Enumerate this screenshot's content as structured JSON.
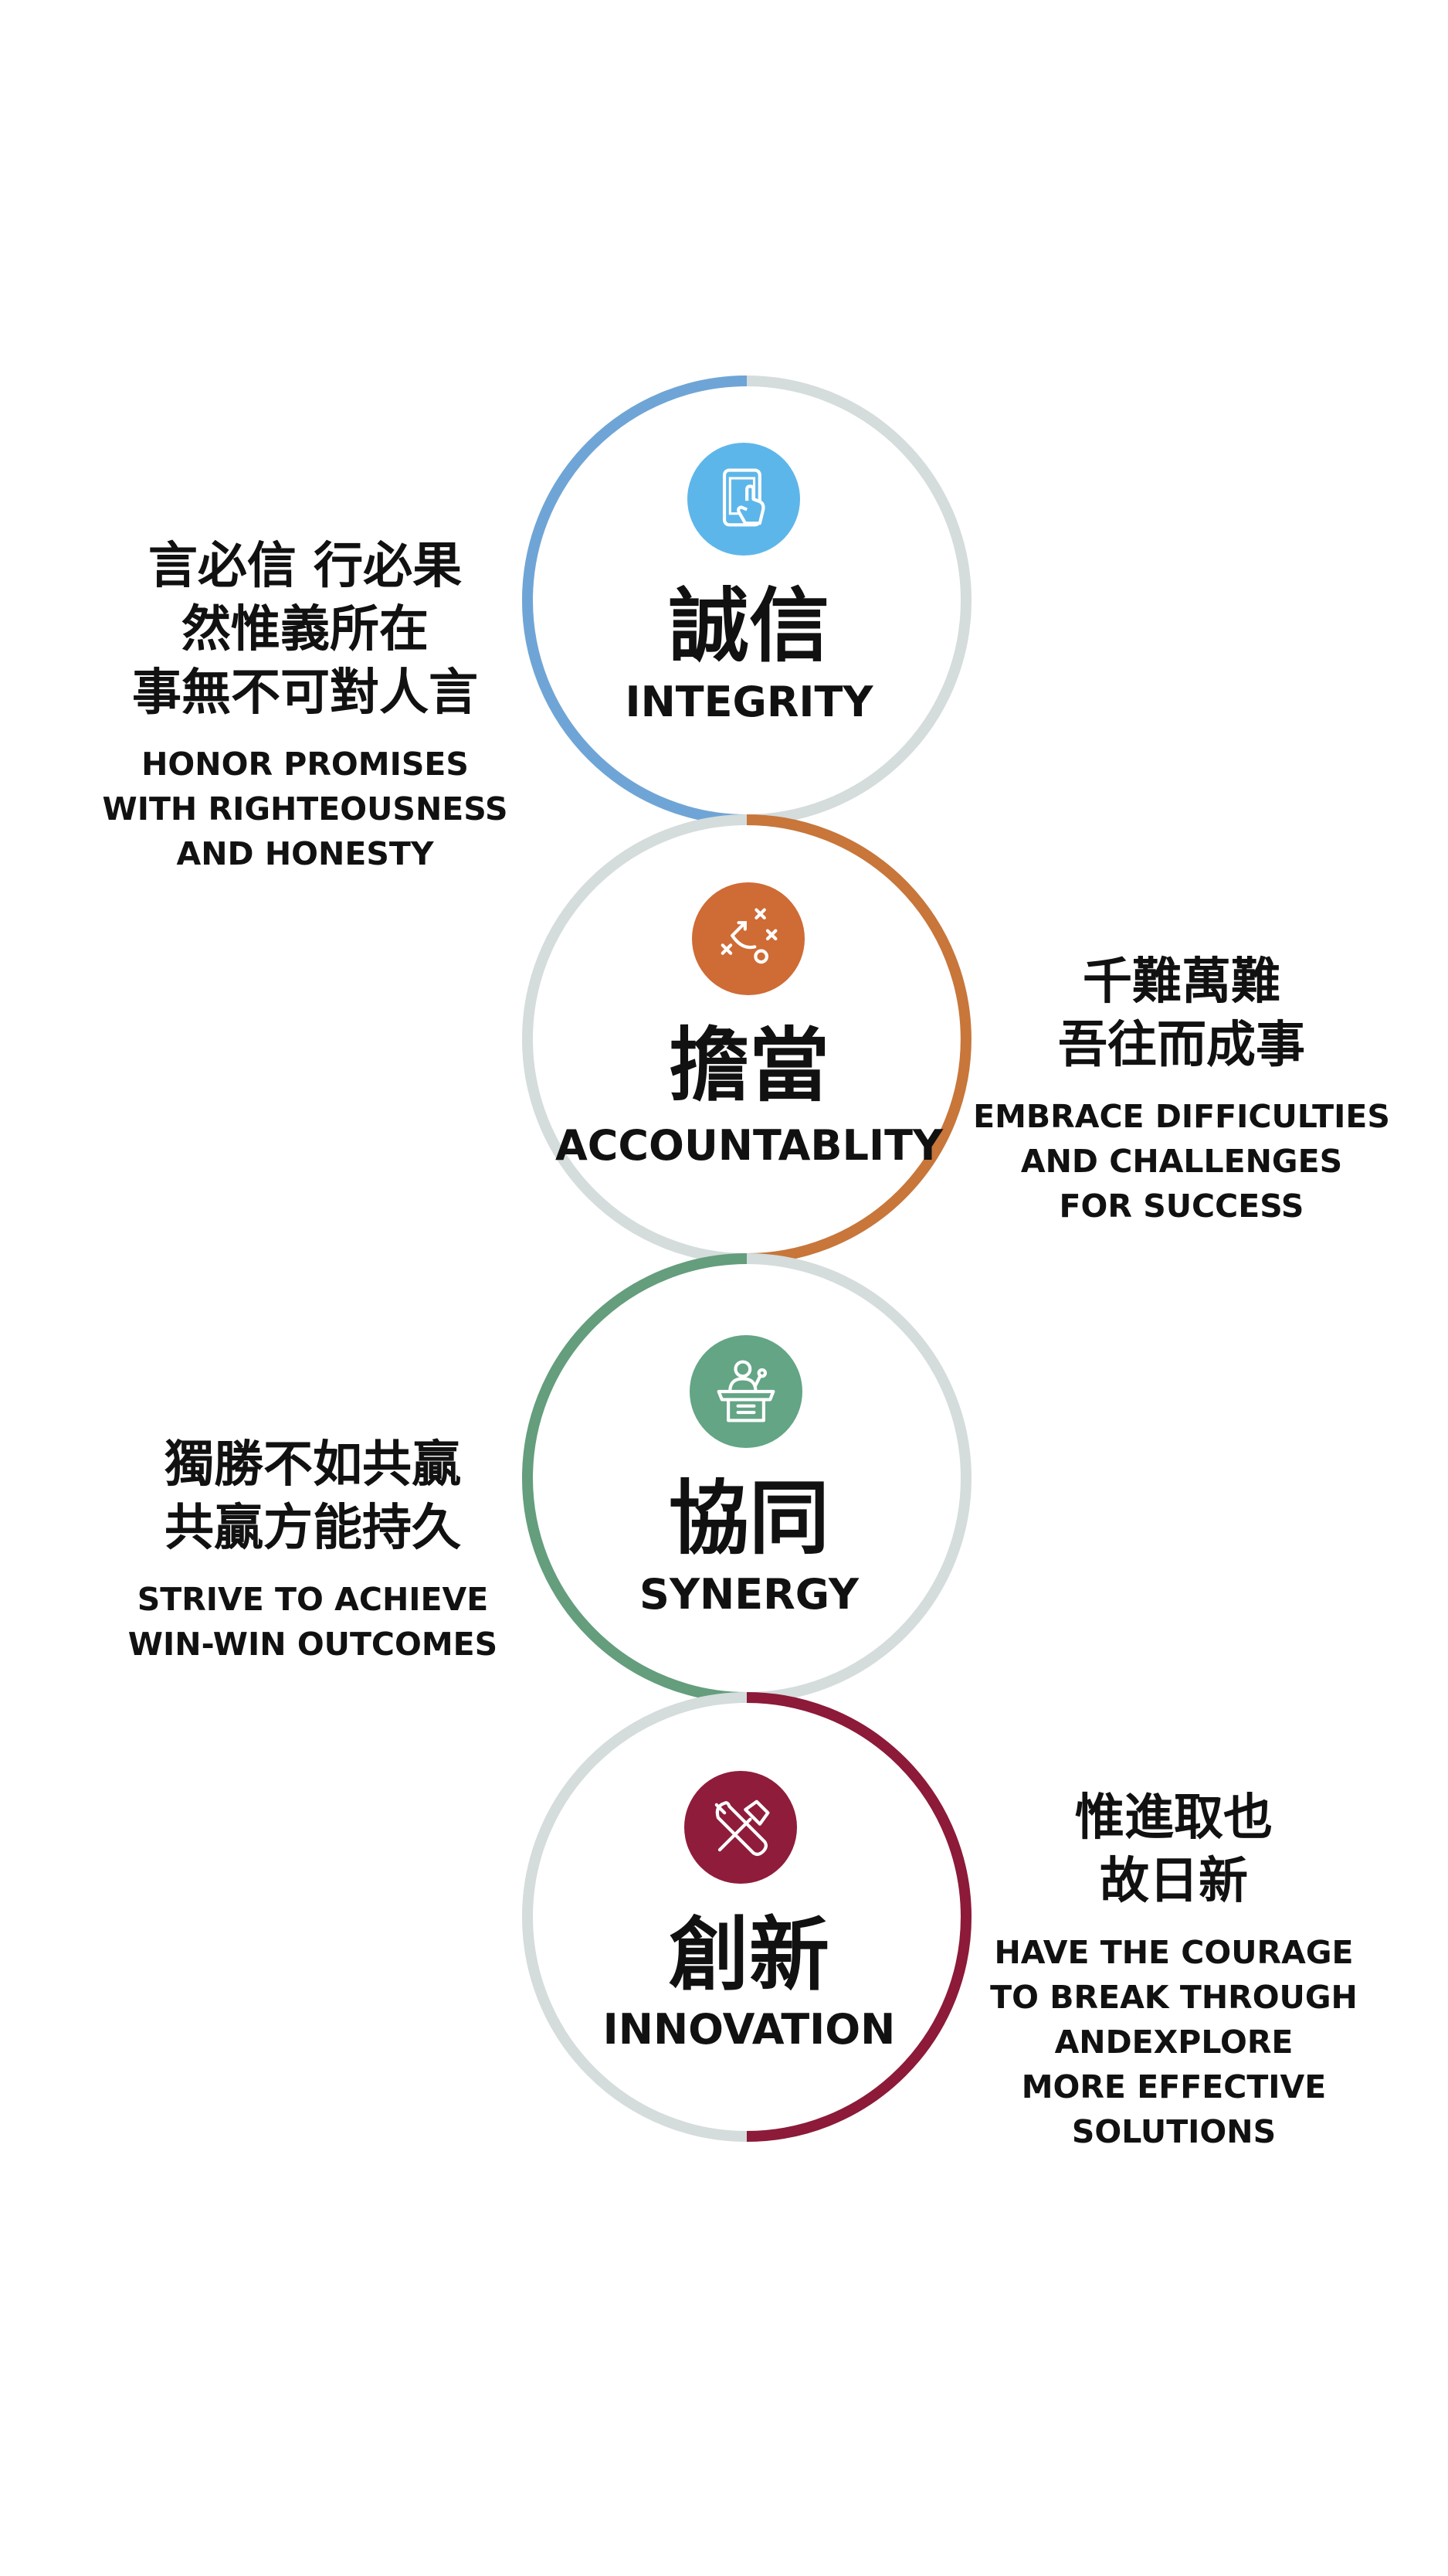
{
  "values": [
    {
      "title": "誠信",
      "title_en": "INTEGRITY",
      "accent": "#6fa5d6",
      "icon": "tablet-touch-icon",
      "motto_lines": [
        "言必信 行必果",
        "然惟義所在",
        "事無不可對人言"
      ],
      "desc_lines": [
        "HONOR PROMISES",
        "WITH RIGHTEOUSNESS",
        "AND HONESTY"
      ]
    },
    {
      "title": "擔當",
      "title_en": "ACCOUNTABLITY",
      "accent": "#c8763a",
      "icon": "strategy-play-icon",
      "motto_lines": [
        "千難萬難",
        "吾往而成事"
      ],
      "desc_lines": [
        "EMBRACE DIFFICULTIES",
        "AND CHALLENGES",
        "FOR SUCCESS"
      ]
    },
    {
      "title": "協同",
      "title_en": "SYNERGY",
      "accent": "#649e7c",
      "icon": "speaker-podium-icon",
      "motto_lines": [
        "獨勝不如共贏",
        "共贏方能持久"
      ],
      "desc_lines": [
        "STRIVE TO ACHIEVE",
        "WIN-WIN OUTCOMES"
      ]
    },
    {
      "title": "創新",
      "title_en": "INNOVATION",
      "accent": "#8c1a38",
      "icon": "tools-icon",
      "motto_lines": [
        "惟進取也",
        "故日新"
      ],
      "desc_lines": [
        "HAVE THE COURAGE",
        "TO BREAK THROUGH",
        "ANDEXPLORE",
        "MORE EFFECTIVE",
        "SOLUTIONS"
      ]
    }
  ]
}
